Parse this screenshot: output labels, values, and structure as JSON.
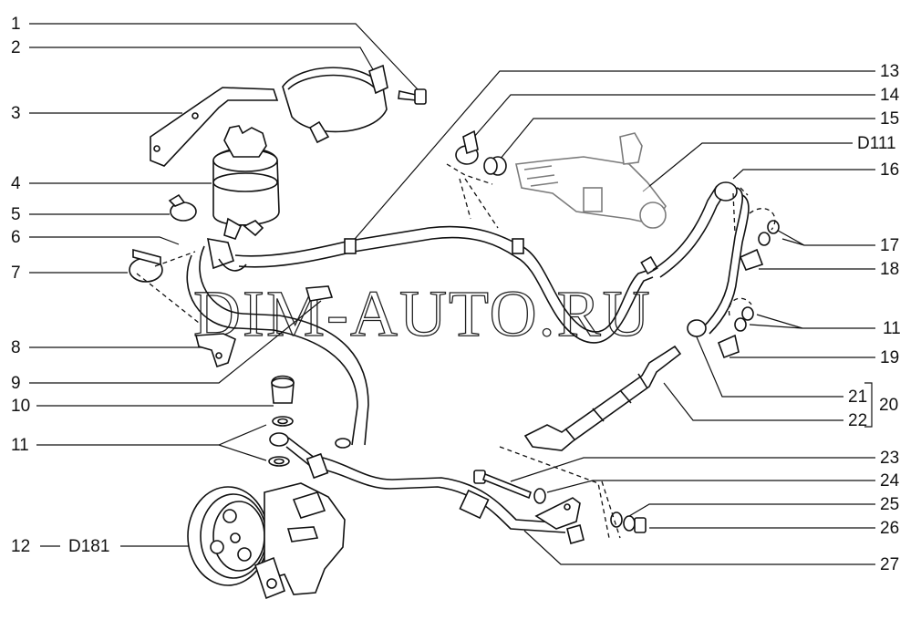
{
  "watermark": "DIM-AUTO.RU",
  "labels_left": [
    "1",
    "2",
    "3",
    "4",
    "5",
    "6",
    "7",
    "8",
    "9",
    "10",
    "11",
    "12"
  ],
  "label_d181": "D181",
  "labels_right": [
    "13",
    "14",
    "15",
    "D111",
    "16",
    "17",
    "18",
    "11",
    "19",
    "21",
    "22",
    "20",
    "23",
    "24",
    "25",
    "26",
    "27"
  ]
}
